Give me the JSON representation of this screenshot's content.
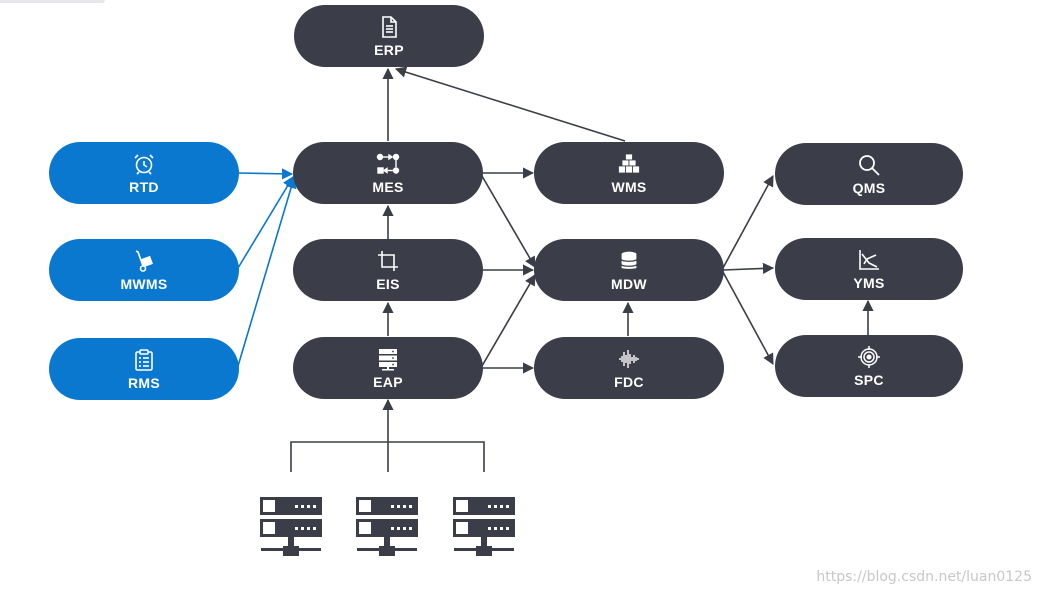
{
  "nodes": {
    "erp": {
      "label": "ERP"
    },
    "mes": {
      "label": "MES"
    },
    "wms": {
      "label": "WMS"
    },
    "qms": {
      "label": "QMS"
    },
    "rtd": {
      "label": "RTD"
    },
    "mwms": {
      "label": "MWMS"
    },
    "rms": {
      "label": "RMS"
    },
    "eis": {
      "label": "EIS"
    },
    "mdw": {
      "label": "MDW"
    },
    "yms": {
      "label": "YMS"
    },
    "eap": {
      "label": "EAP"
    },
    "fdc": {
      "label": "FDC"
    },
    "spc": {
      "label": "SPC"
    }
  },
  "colors": {
    "dark_node": "#3b3e48",
    "blue_node": "#0a78cf",
    "dark_arrow": "#3b3e48",
    "blue_arrow": "#0a78cf"
  },
  "icons": {
    "erp": "document-icon",
    "mes": "workflow-icon",
    "wms": "boxes-icon",
    "qms": "magnifier-icon",
    "rtd": "alarm-clock-icon",
    "mwms": "hand-truck-icon",
    "rms": "clipboard-icon",
    "eis": "crop-icon",
    "mdw": "database-icon",
    "yms": "chart-trend-icon",
    "eap": "server-stack-icon",
    "fdc": "waveform-icon",
    "spc": "target-icon"
  },
  "equipment": [
    {
      "icon": "server-rack-icon"
    },
    {
      "icon": "server-rack-icon"
    },
    {
      "icon": "server-rack-icon"
    }
  ],
  "watermark": "https://blog.csdn.net/luan0125"
}
